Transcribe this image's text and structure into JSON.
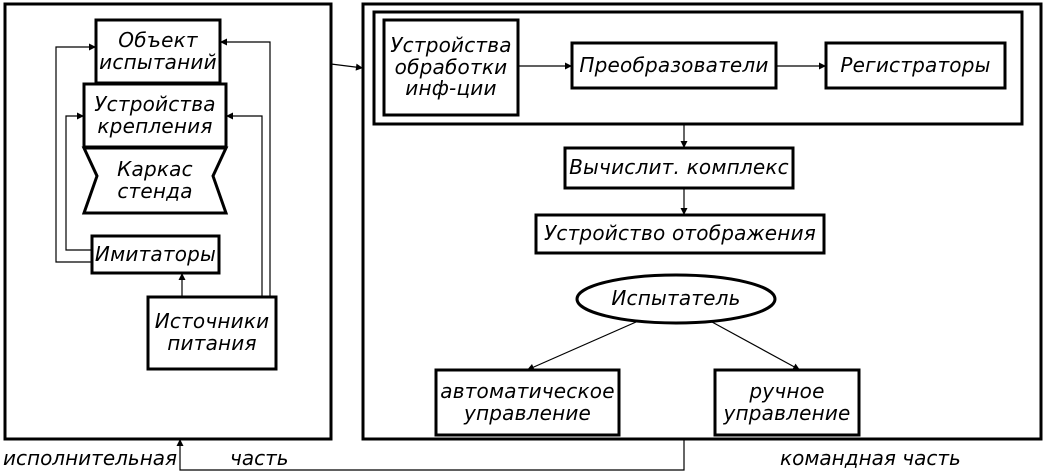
{
  "blocks": {
    "test_object": "Объект\nиспытаний",
    "mounting_devices": "Устройства\nкрепления",
    "stand_frame": "Каркас\nстенда",
    "simulators": "Имитаторы",
    "power_sources": "Источники\nпитания",
    "info_processing": "Устройства\nобработки\nинф-ции",
    "converters": "Преобразователи",
    "recorders": "Регистраторы",
    "computing_complex": "Вычислит. комплекс",
    "display_device": "Устройство отображения",
    "tester": "Испытатель",
    "automatic_control": "автоматическое\nуправление",
    "manual_control": "ручное\nуправление"
  },
  "captions": {
    "executive_part_1": "исполнительная",
    "executive_part_2": "часть",
    "command_part": "командная часть"
  },
  "colors": {
    "ink": "#000000",
    "paper": "#ffffff"
  }
}
